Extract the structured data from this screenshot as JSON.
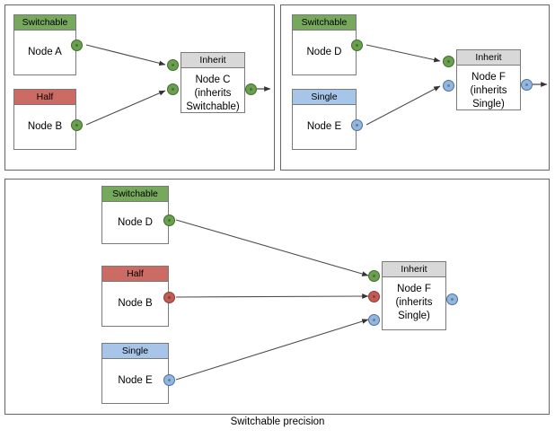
{
  "diagram": {
    "caption": "Switchable precision",
    "colors": {
      "switchable": "#76a95b",
      "half": "#cc6b63",
      "single": "#a7c5e8",
      "inherit": "#d8d8d8",
      "port_green": "#69a04e",
      "port_red": "#c25b53",
      "port_blue": "#92b6de",
      "edge": "#4d4d4d",
      "panel_border": "#666666"
    },
    "panels": [
      {
        "id": "panel-top-left",
        "nodes": [
          {
            "id": "node-a",
            "header": "Switchable",
            "body": "Node A",
            "header_type": "switchable",
            "out_port": "green"
          },
          {
            "id": "node-b",
            "header": "Half",
            "body": "Node B",
            "header_type": "half",
            "out_port": "green"
          },
          {
            "id": "node-c",
            "header": "Inherit",
            "body": "Node C\n(inherits\nSwitchable)",
            "header_type": "inherit",
            "in_ports": [
              "green",
              "green"
            ],
            "out_port": "green"
          }
        ],
        "edges": [
          {
            "from": "node-a",
            "to": "node-c-in-1"
          },
          {
            "from": "node-b",
            "to": "node-c-in-2"
          }
        ]
      },
      {
        "id": "panel-top-right",
        "nodes": [
          {
            "id": "node-d",
            "header": "Switchable",
            "body": "Node D",
            "header_type": "switchable",
            "out_port": "green"
          },
          {
            "id": "node-e",
            "header": "Single",
            "body": "Node E",
            "header_type": "single",
            "out_port": "blue"
          },
          {
            "id": "node-f",
            "header": "Inherit",
            "body": "Node F\n(inherits\nSingle)",
            "header_type": "inherit",
            "in_ports": [
              "green",
              "blue"
            ],
            "out_port": "blue"
          }
        ],
        "edges": [
          {
            "from": "node-d",
            "to": "node-f-in-1"
          },
          {
            "from": "node-e",
            "to": "node-f-in-2"
          }
        ]
      },
      {
        "id": "panel-bottom",
        "nodes": [
          {
            "id": "node-d2",
            "header": "Switchable",
            "body": "Node D",
            "header_type": "switchable",
            "out_port": "green"
          },
          {
            "id": "node-b2",
            "header": "Half",
            "body": "Node B",
            "header_type": "half",
            "out_port": "red"
          },
          {
            "id": "node-e2",
            "header": "Single",
            "body": "Node E",
            "header_type": "single",
            "out_port": "blue"
          },
          {
            "id": "node-f2",
            "header": "Inherit",
            "body": "Node F\n(inherits\nSingle)",
            "header_type": "inherit",
            "in_ports": [
              "green",
              "red",
              "blue"
            ],
            "out_port": "blue"
          }
        ],
        "edges": [
          {
            "from": "node-d2",
            "to": "node-f2-in-1"
          },
          {
            "from": "node-b2",
            "to": "node-f2-in-2"
          },
          {
            "from": "node-e2",
            "to": "node-f2-in-3"
          }
        ]
      }
    ]
  }
}
